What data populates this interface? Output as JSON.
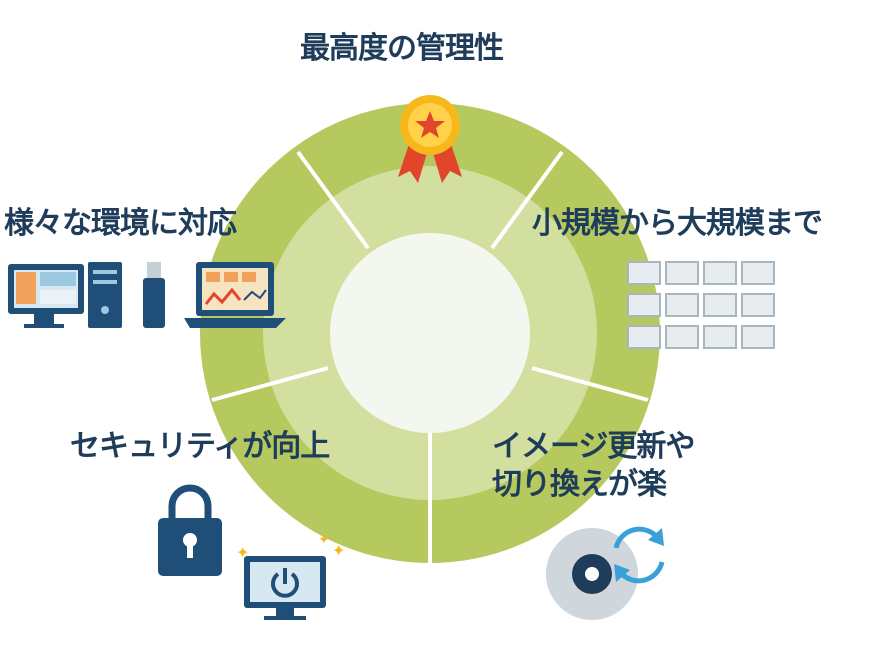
{
  "features": {
    "top": "最高度の管理性",
    "left": "様々な環境に対応",
    "right": "小規模から大規模まで",
    "bottom_left": "セキュリティが向上",
    "bottom_right": [
      "イメージ更新や",
      "切り換えが楽"
    ]
  },
  "icons": {
    "top": "award-medal-icon",
    "left": [
      "desktop-pc-icon",
      "usb-stick-icon",
      "laptop-icon"
    ],
    "right": "monitor-grid-icon",
    "bottom_left": [
      "padlock-icon",
      "power-monitor-icon"
    ],
    "bottom_right": [
      "disc-icon",
      "refresh-icon"
    ]
  },
  "colors": {
    "ring_outer": "#b5c95f",
    "ring_inner": "#d3df9e",
    "center": "#f4f6f0",
    "text": "#1f3d5a"
  }
}
